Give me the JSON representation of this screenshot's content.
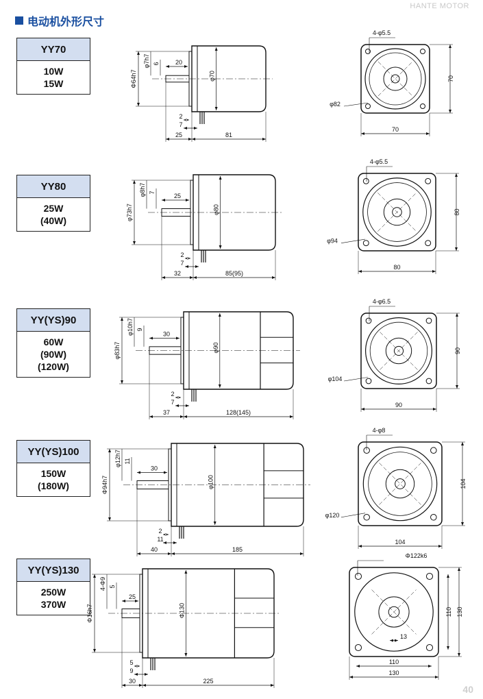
{
  "header": {
    "title": "电动机外形尺寸",
    "brand": "HANTE MOTOR",
    "page_number": "40"
  },
  "models": [
    {
      "name": "YY70",
      "powers": [
        "10W",
        "15W"
      ],
      "side": {
        "flange_dia": "Φ64h7",
        "shaft_dia": "φ7h7",
        "key": "6",
        "shaft_len": "20",
        "body_dia": "φ70",
        "gap1": "2",
        "gap2": "7",
        "shaft_total": "25",
        "body_len": "81"
      },
      "front": {
        "holes": "4-φ5.5",
        "pcd": "φ82",
        "height": "70",
        "width": "70"
      }
    },
    {
      "name": "YY80",
      "powers": [
        "25W",
        "(40W)"
      ],
      "side": {
        "flange_dia": "φ73h7",
        "shaft_dia": "φ8h7",
        "key": "7",
        "shaft_len": "25",
        "body_dia": "φ80",
        "gap1": "2",
        "gap2": "7",
        "shaft_total": "32",
        "body_len": "85(95)"
      },
      "front": {
        "holes": "4-φ5.5",
        "pcd": "φ94",
        "height": "80",
        "width": "80"
      }
    },
    {
      "name": "YY(YS)90",
      "powers": [
        "60W",
        "(90W)",
        "(120W)"
      ],
      "side": {
        "flange_dia": "φ83h7",
        "shaft_dia": "φ10h7",
        "key": "9",
        "shaft_len": "30",
        "body_dia": "φ90",
        "gap1": "2",
        "gap2": "7",
        "shaft_total": "37",
        "body_len": "128(145)"
      },
      "front": {
        "holes": "4-φ6.5",
        "pcd": "φ104",
        "height": "90",
        "width": "90"
      }
    },
    {
      "name": "YY(YS)100",
      "powers": [
        "150W",
        "(180W)"
      ],
      "side": {
        "flange_dia": "Φ94h7",
        "shaft_dia": "φ12h7",
        "key": "11",
        "shaft_len": "30",
        "body_dia": "φ100",
        "gap1": "2",
        "gap2": "11",
        "shaft_total": "40",
        "body_len": "185"
      },
      "front": {
        "holes": "4-φ8",
        "pcd": "φ120",
        "height": "104",
        "width": "104"
      }
    },
    {
      "name": "YY(YS)130",
      "powers": [
        "250W",
        "370W"
      ],
      "side": {
        "flange_dia": "Φ16h7",
        "shaft_dia": "4-Φ9",
        "key": "5",
        "shaft_len": "25",
        "body_dia": "Φ130",
        "gap1": "5",
        "gap2": "9",
        "shaft_total": "30",
        "body_len": "225"
      },
      "front": {
        "holes": "Φ122k6",
        "pcd": "13",
        "height": "130",
        "height_inner": "110",
        "width": "130",
        "width_inner": "110"
      }
    }
  ]
}
